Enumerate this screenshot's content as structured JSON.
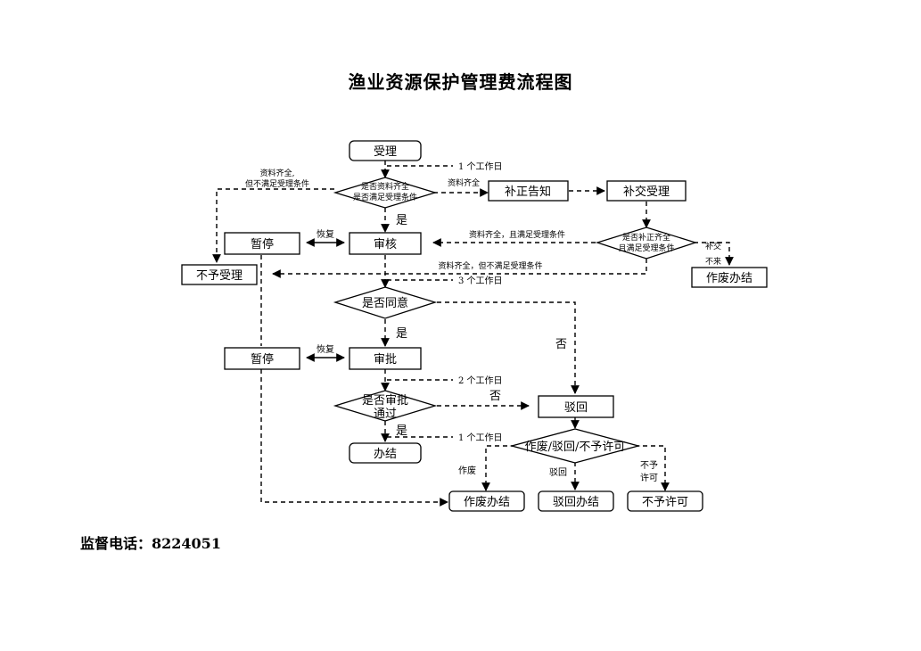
{
  "title": "渔业资源保护管理费流程图",
  "hotline": {
    "label": "监督电话：",
    "number": "8224051"
  },
  "nodes": {
    "accept": "受理",
    "check1_line1": "是否资料齐全",
    "check1_line2": "是否满足受理条件",
    "supplement_notice": "补正告知",
    "supplement_accept": "补交受理",
    "check2_line1": "是否补正齐全",
    "check2_line2": "且满足受理条件",
    "pause1": "暂停",
    "review": "审核",
    "not_accept": "不予受理",
    "void_end_right": "作废办结",
    "agree": "是否同意",
    "pause2": "暂停",
    "approve": "审批",
    "approve_pass_line1": "是否审批",
    "approve_pass_line2": "通过",
    "reject": "驳回",
    "finish": "办结",
    "outcome": "作废/驳回/不予许可",
    "void_end": "作废办结",
    "reject_end": "驳回办结",
    "deny": "不予许可"
  },
  "labels": {
    "one_workday_top": "1 个工作日",
    "incomplete_line1": "资料齐全,",
    "incomplete_line2": "但不满足受理条件",
    "complete": "资料齐全",
    "yes1": "是",
    "resume1": "恢复",
    "complete_and_satisfy": "资料齐全，且满足受理条件",
    "not_supplied_line1": "补交",
    "not_supplied_line2": "不来",
    "complete_not_satisfy": "资料齐全，但不满足受理条件",
    "three_workdays": "3 个工作日",
    "yes2": "是",
    "no1": "否",
    "resume2": "恢复",
    "two_workdays": "2 个工作日",
    "no2": "否",
    "yes3": "是",
    "one_workday_bottom": "1 个工作日",
    "branch_void": "作废",
    "branch_reject": "驳回",
    "branch_deny_line1": "不予",
    "branch_deny_line2": "许可"
  }
}
